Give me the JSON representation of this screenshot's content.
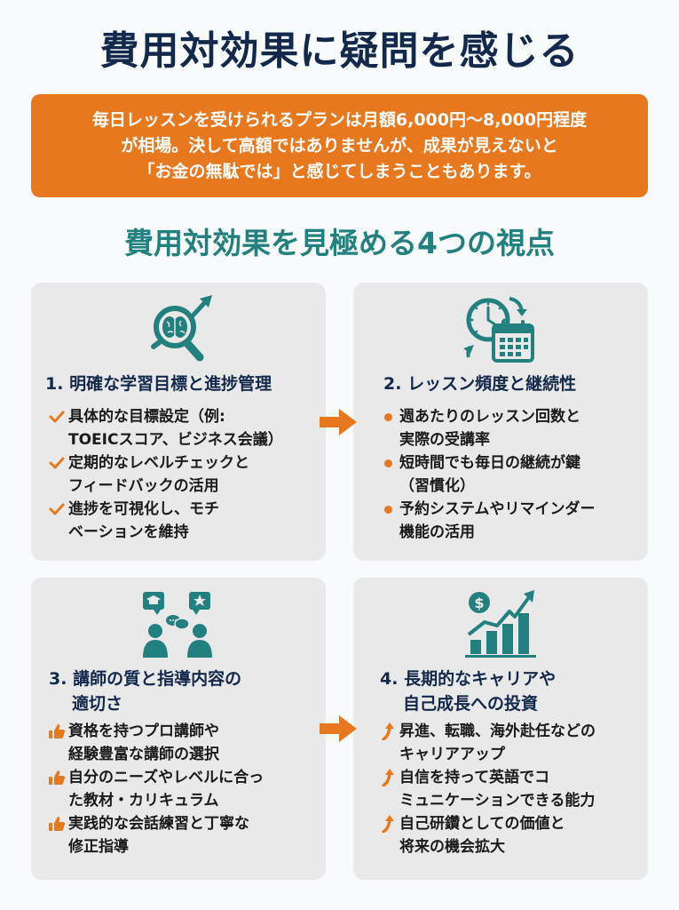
{
  "title": "費用対効果に疑問を感じる",
  "banner": {
    "lines": [
      "毎日レッスンを受けられるプランは月額6,000円～8,000円程度",
      "が相場。決して高額ではありませんが、成果が見えないと",
      "「お金の無駄では」と感じてしまうこともあります。"
    ],
    "color": "#e8781e"
  },
  "section_title": "費用対効果を見極める4つの視点",
  "colors": {
    "title": "#13294b",
    "section_title": "#22807f",
    "icon_teal": "#22807f",
    "accent_orange": "#e8781e",
    "card_bg": "#e9e9ea"
  },
  "cards": [
    {
      "num": "1.",
      "title_lines": [
        "明確な学習目標と進捗管理"
      ],
      "icon": "brain-magnifier-growth-icon",
      "bullet_icon": "check-icon",
      "bullets": [
        [
          "具体的な目標設定（例:",
          "TOEICスコア、ビジネス会議）"
        ],
        [
          "定期的なレベルチェックと",
          "フィードバックの活用"
        ],
        [
          "進捗を可視化し、モチ",
          "ベーションを維持"
        ]
      ]
    },
    {
      "num": "2.",
      "title_lines": [
        "レッスン頻度と継続性"
      ],
      "icon": "clock-calendar-cycle-icon",
      "bullet_icon": "dot-icon",
      "bullets": [
        [
          "週あたりのレッスン回数と",
          "実際の受講率"
        ],
        [
          "短時間でも毎日の継続が鍵",
          "（習慣化）"
        ],
        [
          "予約システムやリマインダー",
          "機能の活用"
        ]
      ]
    },
    {
      "num": "3.",
      "title_lines": [
        "講師の質と指導内容の",
        "適切さ"
      ],
      "icon": "teacher-student-conversation-icon",
      "bullet_icon": "thumbs-up-icon",
      "bullets": [
        [
          "資格を持つプロ講師や",
          "経験豊富な講師の選択"
        ],
        [
          "自分のニーズやレベルに合っ",
          "た教材・カリキュラム"
        ],
        [
          "実践的な会話練習と丁寧な",
          "修正指導"
        ]
      ]
    },
    {
      "num": "4.",
      "title_lines": [
        "長期的なキャリアや",
        "自己成長への投資"
      ],
      "icon": "dollar-growth-chart-icon",
      "bullet_icon": "curved-up-arrow-icon",
      "bullets": [
        [
          "昇進、転職、海外赴任などの",
          "キャリアアップ"
        ],
        [
          "自信を持って英語でコ",
          "ミュニケーションできる能力"
        ],
        [
          "自己研鑽としての価値と",
          "将来の機会拡大"
        ]
      ]
    }
  ]
}
